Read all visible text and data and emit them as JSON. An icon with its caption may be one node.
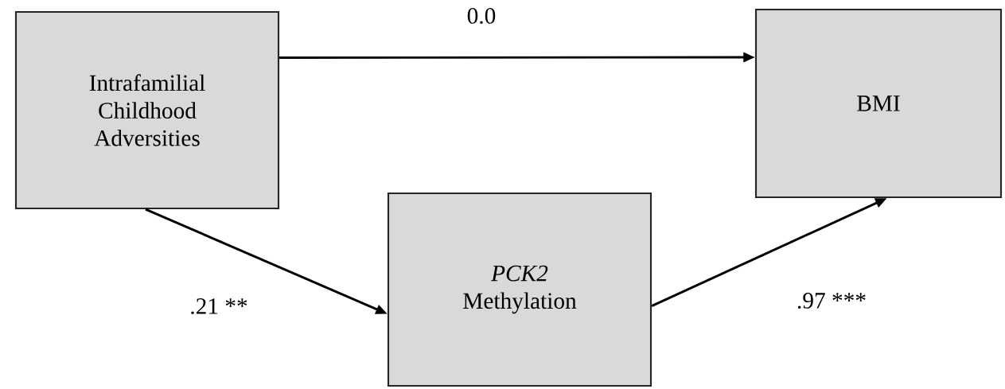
{
  "diagram": {
    "nodes": [
      {
        "text": [
          "Intrafamilial Childhood Adversities"
        ]
      },
      {
        "text": [
          "BMI"
        ]
      },
      {
        "text": [
          "*PCK2* Methylation"
        ]
      }
    ],
    "edges": [
      {
        "from": 0,
        "to": 1,
        "arrow": "to",
        "label": "0.0"
      },
      {
        "from": 0,
        "to": 2,
        "arrow": "to",
        "label": ".21 **"
      },
      {
        "from": 2,
        "to": 1,
        "arrow": "to",
        "label": ".97 ***"
      }
    ]
  }
}
